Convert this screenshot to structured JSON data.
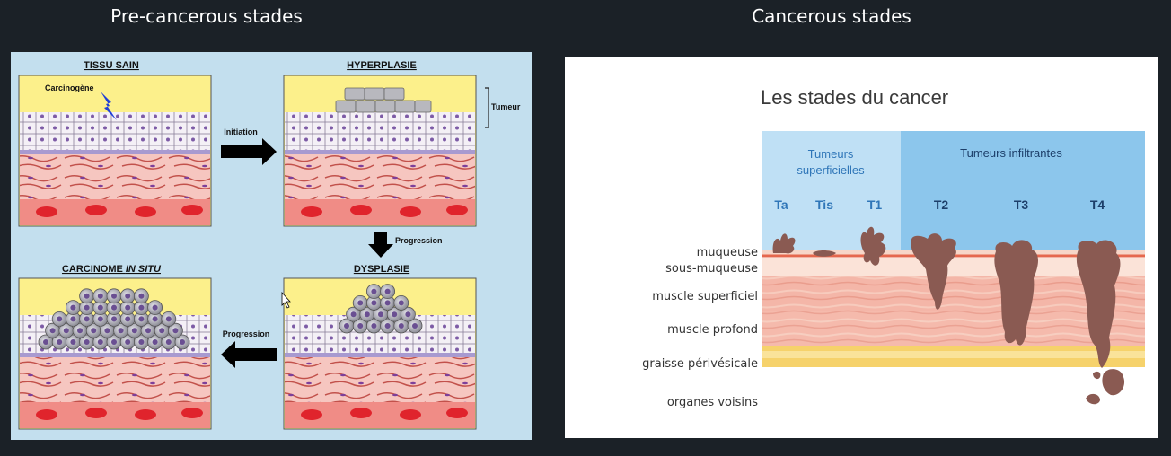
{
  "headings": {
    "left": "Pre-cancerous stades",
    "right": "Cancerous stades"
  },
  "left_diagram": {
    "panels": {
      "tissu_sain": "TISSU SAIN",
      "hyperplasie": "HYPERPLASIE",
      "carcinome_prefix": "CARCINOME ",
      "carcinome_italic": "IN SITU",
      "dysplasie": "DYSPLASIE"
    },
    "carcinogene": "Carcinogène",
    "tumeur": "Tumeur",
    "arrows": {
      "initiation": "Initiation",
      "progression_down": "Progression",
      "progression_left": "Progression"
    }
  },
  "right_diagram": {
    "title": "Les stades du cancer",
    "group_superficial": [
      "Tumeurs",
      "superficielles"
    ],
    "group_infiltrating": "Tumeurs infiltrantes",
    "stages": [
      "Ta",
      "Tis",
      "T1",
      "T2",
      "T3",
      "T4"
    ],
    "layers": [
      "muqueuse",
      "sous-muqueuse",
      "muscle superficiel",
      "muscle profond",
      "graisse périvésicale",
      "organes voisins"
    ]
  },
  "colors": {
    "background": "#1b2127",
    "left_panel_bg": "#c3dfee",
    "epithelium_yellow": "#fcf08b",
    "stroma_pink": "#f6c6c0",
    "blood_red": "#e0242c",
    "superficial_blue": "#bfe0f5",
    "infiltrating_blue": "#8cc6ec",
    "stage_text_blue": "#2f76b8",
    "tumor_brown": "#8a5a52",
    "muscle_pink": "#f4b6a8",
    "fat_yellow": "#f6d26b"
  }
}
